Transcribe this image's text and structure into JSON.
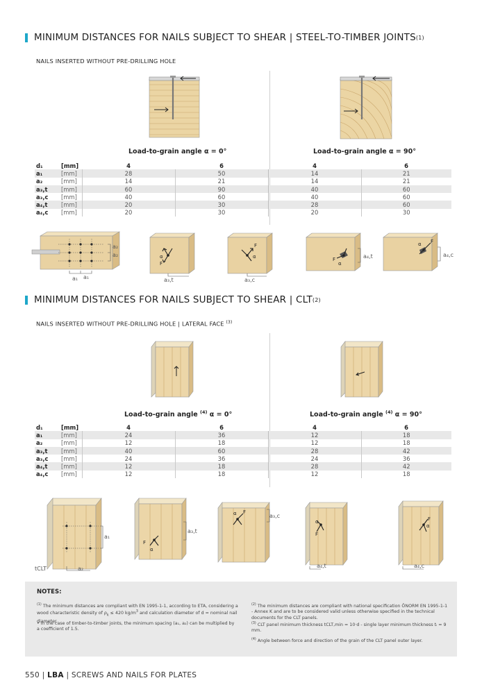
{
  "section1": {
    "title": "MINIMUM DISTANCES FOR NAILS SUBJECT TO SHEAR | STEEL-TO-TIMBER JOINTS",
    "title_sup": "(1)",
    "subtitle": "NAILS INSERTED WITHOUT PRE-DRILLING HOLE",
    "caption_left": "Load-to-grain angle α = 0°",
    "caption_right": "Load-to-grain angle α = 90°",
    "table": {
      "header": {
        "sym": "d₁",
        "unit": "[mm]",
        "v": [
          "4",
          "6",
          "4",
          "6"
        ]
      },
      "rows": [
        {
          "sym": "a₁",
          "unit": "[mm]",
          "v": [
            "28",
            "50",
            "14",
            "21"
          ]
        },
        {
          "sym": "a₂",
          "unit": "[mm]",
          "v": [
            "14",
            "21",
            "14",
            "21"
          ]
        },
        {
          "sym": "a₃,t",
          "unit": "[mm]",
          "v": [
            "60",
            "90",
            "40",
            "60"
          ]
        },
        {
          "sym": "a₃,c",
          "unit": "[mm]",
          "v": [
            "40",
            "60",
            "40",
            "60"
          ]
        },
        {
          "sym": "a₄,t",
          "unit": "[mm]",
          "v": [
            "20",
            "30",
            "28",
            "60"
          ]
        },
        {
          "sym": "a₄,c",
          "unit": "[mm]",
          "v": [
            "20",
            "30",
            "20",
            "30"
          ]
        }
      ]
    },
    "diagram_labels": {
      "a1": "a₁",
      "a2": "a₂",
      "a3t": "a₃,t",
      "a3c": "a₃,c",
      "a4t": "a₄,t",
      "a4c": "a₄,c",
      "force": "F",
      "alpha": "α"
    }
  },
  "section2": {
    "title": "MINIMUM DISTANCES FOR NAILS SUBJECT TO SHEAR | CLT",
    "title_sup": "(2)",
    "subtitle": "NAILS INSERTED WITHOUT PRE-DRILLING HOLE | LATERAL FACE",
    "subtitle_sup": "(3)",
    "caption_left_pre": "Load-to-grain angle",
    "caption_left_sup": "(4)",
    "caption_left_post": " α = 0°",
    "caption_right_pre": "Load-to-grain angle",
    "caption_right_sup": "(4)",
    "caption_right_post": " α = 90°",
    "table": {
      "header": {
        "sym": "d₁",
        "unit": "[mm]",
        "v": [
          "4",
          "6",
          "4",
          "6"
        ]
      },
      "rows": [
        {
          "sym": "a₁",
          "unit": "[mm]",
          "v": [
            "24",
            "36",
            "12",
            "18"
          ]
        },
        {
          "sym": "a₂",
          "unit": "[mm]",
          "v": [
            "12",
            "18",
            "12",
            "18"
          ]
        },
        {
          "sym": "a₃,t",
          "unit": "[mm]",
          "v": [
            "40",
            "60",
            "28",
            "42"
          ]
        },
        {
          "sym": "a₃,c",
          "unit": "[mm]",
          "v": [
            "24",
            "36",
            "24",
            "36"
          ]
        },
        {
          "sym": "a₄,t",
          "unit": "[mm]",
          "v": [
            "12",
            "18",
            "28",
            "42"
          ]
        },
        {
          "sym": "a₄,c",
          "unit": "[mm]",
          "v": [
            "12",
            "18",
            "12",
            "18"
          ]
        }
      ]
    },
    "diagram_labels": {
      "tclt": "tCLT"
    }
  },
  "notes": {
    "title": "NOTES:",
    "n1_mark": "(1)",
    "n1_a": "The minimum distances are compliant with EN 1995-1-1, according to ETA, considering a wood characteristic density of ρ",
    "n1_b": "k",
    "n1_c": " ≤ 420 kg/m",
    "n1_d": "3",
    "n1_e": " and calculation diameter of d = nominal nail diameter.",
    "bullet": "In the case of timber-to-timber joints, the minimum spacing (a₁, a₂) can be multiplied by a coefficient of 1.5.",
    "n2_mark": "(2)",
    "n2": "The minimum distances are compliant with national specification ÖNORM EN 1995-1-1 - Annex K and are to be considered valid unless otherwise specified in the technical documents for the CLT panels.",
    "n3_mark": "(3)",
    "n3": "CLT panel minimum thickness tCLT,min = 10·d - single layer minimum thickness tᵢ = 9 mm.",
    "n4_mark": "(4)",
    "n4": "Angle between force and direction of the grain of the CLT panel outer layer."
  },
  "footer": {
    "page": "550",
    "sep": "|",
    "brand": "LBA",
    "text": "| SCREWS AND NAILS FOR PLATES"
  },
  "colors": {
    "accent": "#1ea7c9",
    "wood": "#e9d2a2",
    "wood_dark": "#c9a56a",
    "shade": "#e8e8e8"
  }
}
